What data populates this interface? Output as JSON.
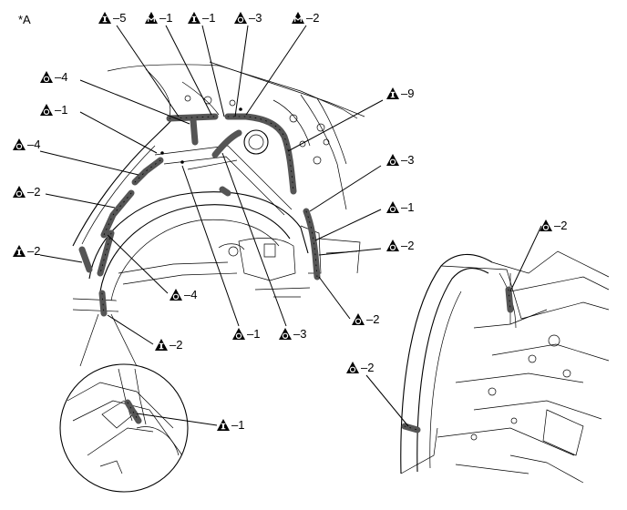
{
  "figure_tag": "*A",
  "labels": {
    "i5_top": "–5",
    "m1_top": "–1",
    "i1_top": "–1",
    "o3_top": "–3",
    "m2_top": "–2",
    "o4_left_upper": "–4",
    "o1_left": "–1",
    "o4_left_lower": "–4",
    "o2_left": "–2",
    "i2_left": "–2",
    "i9_right": "–9",
    "o3_right": "–3",
    "o1_right": "–1",
    "o2_right": "–2",
    "o4_bottom": "–4",
    "o1_bottom": "–1",
    "o3_bottom": "–3",
    "o2_bottom_right": "–2",
    "i2_bottom": "–2",
    "i1_detail": "–1",
    "o2_right_view_top": "–2",
    "o2_right_view_left": "–2"
  },
  "symbols": {
    "I": "triangle-I-icon",
    "M": "triangle-M-icon",
    "O": "triangle-O-icon"
  }
}
